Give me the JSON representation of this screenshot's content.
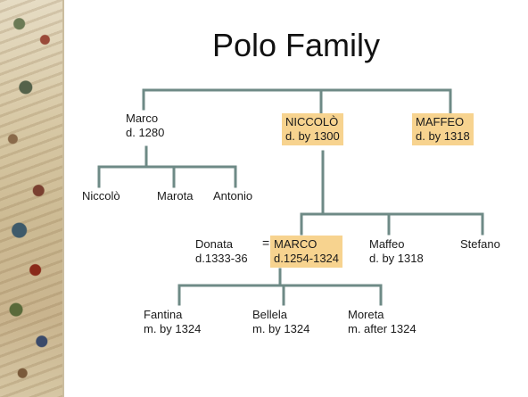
{
  "title": "Polo Family",
  "colors": {
    "line": "#6e8a86",
    "highlight": "#f7d38f"
  },
  "marriage_symbol": "=",
  "gen1": {
    "marco": {
      "name": "Marco",
      "dates": "d. 1280"
    },
    "niccolo": {
      "name": "NICCOLÒ",
      "dates": "d. by 1300"
    },
    "maffeo": {
      "name": "MAFFEO",
      "dates": "d. by 1318"
    }
  },
  "gen2_marco": {
    "niccolo": {
      "name": "Niccolò"
    },
    "marota": {
      "name": "Marota"
    },
    "antonio": {
      "name": "Antonio"
    }
  },
  "gen2_niccolo": {
    "marco": {
      "name": "MARCO",
      "dates": "d.1254-1324"
    },
    "maffeo": {
      "name": "Maffeo",
      "dates": "d. by 1318"
    },
    "stefano": {
      "name": "Stefano"
    }
  },
  "spouse": {
    "name": "Donata",
    "dates": "d.1333-36"
  },
  "gen3": {
    "fantina": {
      "name": "Fantina",
      "dates": "m. by 1324"
    },
    "bellela": {
      "name": "Bellela",
      "dates": "m. by 1324"
    },
    "moreta": {
      "name": "Moreta",
      "dates": "m. after 1324"
    }
  }
}
